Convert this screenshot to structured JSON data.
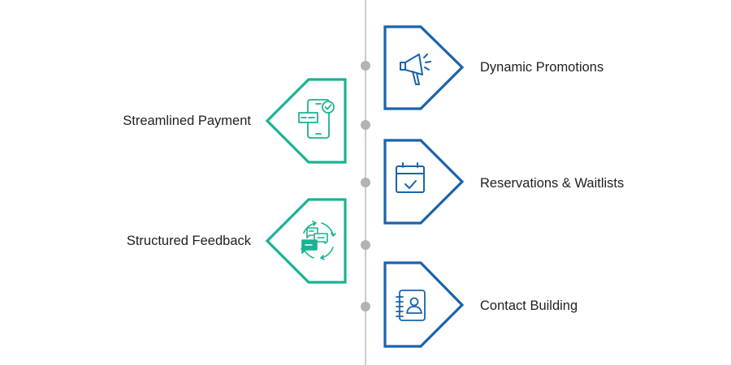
{
  "colors": {
    "timeline_line": "#cccccc",
    "timeline_dot": "#b3b3b3",
    "right_accent": "#1a63ad",
    "left_accent": "#19b391",
    "text": "#1f1f1f"
  },
  "timeline": {
    "dot_count": 5
  },
  "items": [
    {
      "side": "right",
      "label": "Dynamic Promotions",
      "icon": "megaphone-icon"
    },
    {
      "side": "left",
      "label": "Streamlined Payment",
      "icon": "mobile-payment-icon"
    },
    {
      "side": "right",
      "label": "Reservations & Waitlists",
      "icon": "calendar-check-icon"
    },
    {
      "side": "left",
      "label": "Structured Feedback",
      "icon": "feedback-cycle-icon"
    },
    {
      "side": "right",
      "label": "Contact Building",
      "icon": "contact-book-icon"
    }
  ]
}
